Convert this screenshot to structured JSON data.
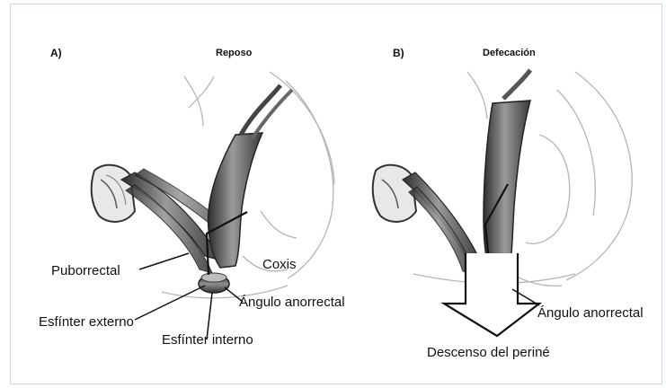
{
  "panels": [
    {
      "letter": "A)",
      "title": "Reposo",
      "labels": {
        "puborrectal": "Puborrectal",
        "coxis": "Coxis",
        "angulo": "Ángulo anorrectal",
        "esfinter_externo": "Esfínter externo",
        "esfinter_interno": "Esfínter interno"
      }
    },
    {
      "letter": "B)",
      "title": "Defecación",
      "labels": {
        "angulo": "Ángulo anorrectal",
        "descenso": "Descenso del periné"
      }
    }
  ],
  "colors": {
    "frame_border": "#c9d7e6",
    "ink": "#111111",
    "muscle_dark": "#3a3a3a",
    "muscle_mid": "#8a8a8a",
    "outline_light": "#b0b0b0"
  }
}
